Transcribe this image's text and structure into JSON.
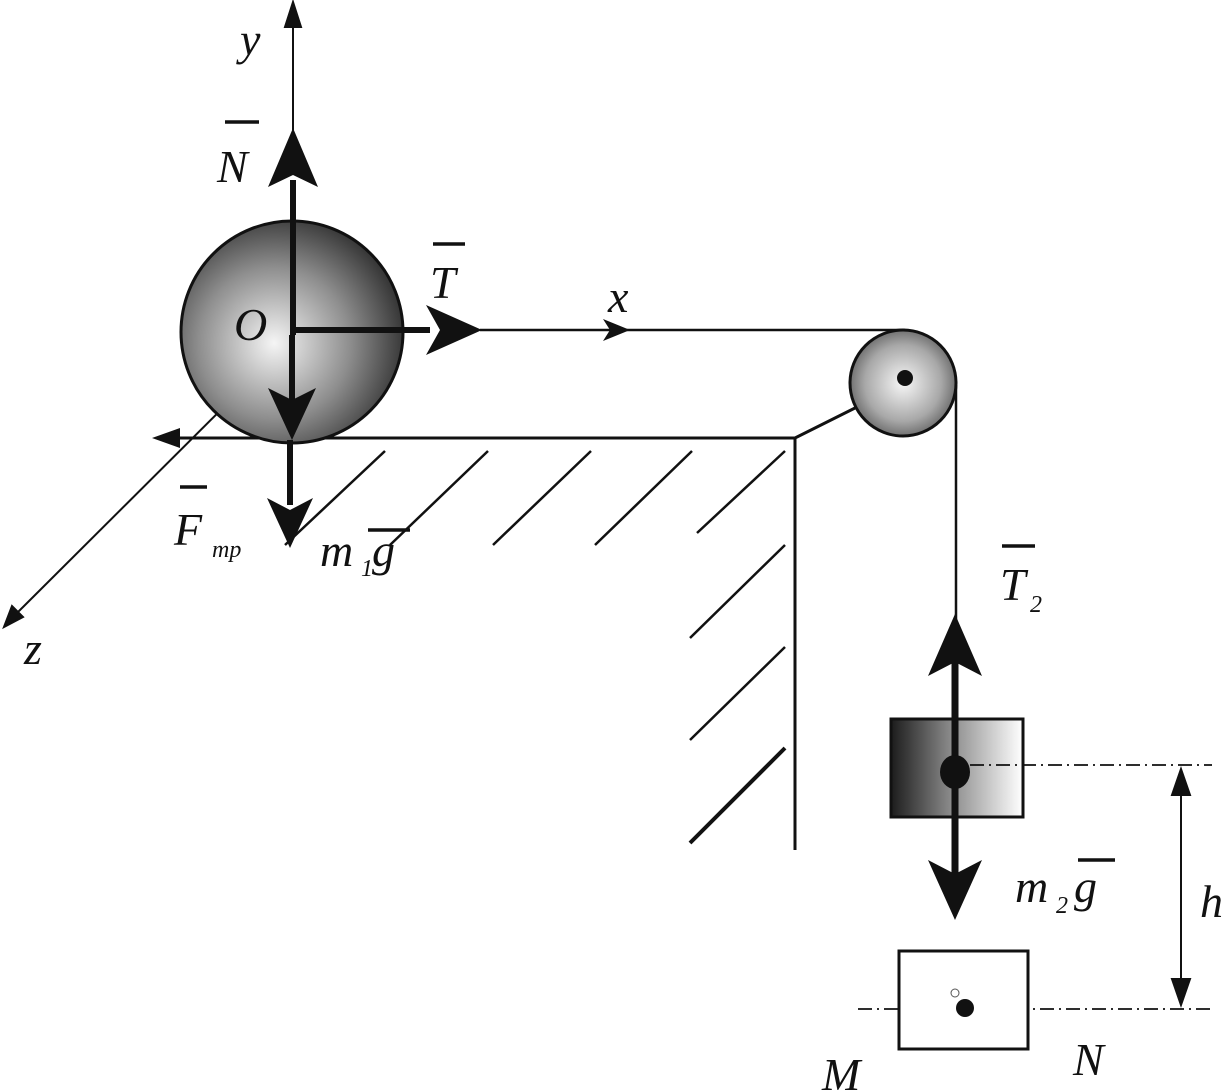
{
  "labels": {
    "y_axis": "y",
    "x_axis": "x",
    "z_axis": "z",
    "origin": "O",
    "normal_force": "N",
    "tension": "T",
    "tension2": "T",
    "tension2_sub": "2",
    "friction": "F",
    "friction_sub": "mp",
    "weight1_m": "m",
    "weight1_sub": "1",
    "weight1_g": "g",
    "weight2_m": "m",
    "weight2_sub": "2",
    "weight2_g": "g",
    "height": "h",
    "point_m": "M",
    "point_n": "N"
  },
  "colors": {
    "ink": "#111111",
    "sphere_light": "#f4f4f4",
    "sphere_dark": "#2a2a2a",
    "block_dark": "#1e1e1e",
    "block_light": "#ffffff"
  }
}
